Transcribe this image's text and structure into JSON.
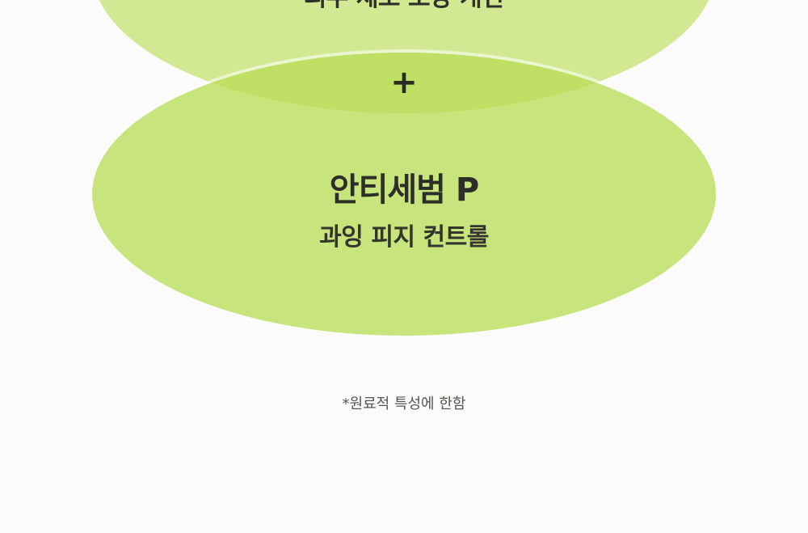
{
  "top_ellipse": {
    "caption": "피부 세포 보강 개선",
    "color": "#d3e893"
  },
  "connector": {
    "symbol": "+"
  },
  "bottom_ellipse": {
    "title": "안티세범 P",
    "subtitle": "과잉 피지 컨트롤",
    "color": "#c4e270"
  },
  "footnote": "*원료적 특성에 한함"
}
